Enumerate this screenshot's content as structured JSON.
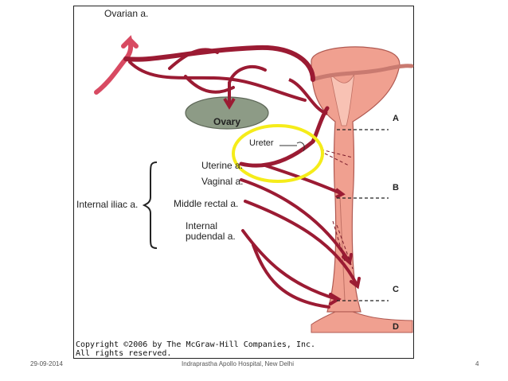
{
  "figure": {
    "labels": {
      "ovarian": "Ovarian a.",
      "ovary": "Ovary",
      "ureter": "Ureter",
      "uterine": "Uterine a.",
      "vaginal": "Vaginal a.",
      "middle_rectal": "Middle rectal a.",
      "internal_pudendal": "Internal pudendal a.",
      "internal_iliac": "Internal iliac a."
    },
    "levels": [
      "A",
      "B",
      "C",
      "D"
    ],
    "copyright_line1": "Copyright ©2006 by The McGraw-Hill Companies, Inc.",
    "copyright_line2": "All rights reserved.",
    "colors": {
      "artery": "#9b1b33",
      "uterus": "#f0a090",
      "ovary": "#8d9b86",
      "highlight": "#f5ec1a"
    }
  },
  "footer": {
    "date": "29-09-2014",
    "institution": "Indraprastha Apollo Hospital, New Delhi",
    "page": "4"
  }
}
